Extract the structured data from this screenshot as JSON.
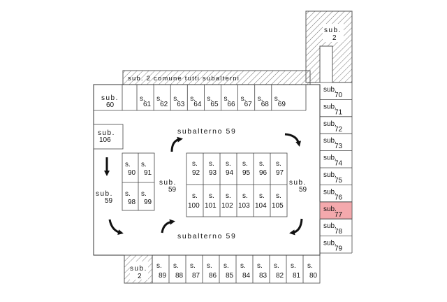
{
  "colors": {
    "line": "#333333",
    "highlight": "#f4a9ad",
    "hatch": "#777777"
  },
  "labels": {
    "common_band": "sub. 2 comune tutti subalterni",
    "sub2_top": [
      "sub.",
      "2"
    ],
    "sub2_bottom": [
      "sub.",
      "2"
    ],
    "sub60": [
      "sub.",
      "60"
    ],
    "sub106": [
      "sub.",
      "106"
    ],
    "sub59_left": [
      "sub.",
      "59"
    ],
    "sub59_mid": [
      "sub.",
      "59"
    ],
    "sub59_right": [
      "sub.",
      "59"
    ],
    "subalterno_top": "subalterno 59",
    "subalterno_bottom": "subalterno 59"
  },
  "top_row": [
    [
      "s.",
      "61"
    ],
    [
      "s.",
      "62"
    ],
    [
      "s.",
      "63"
    ],
    [
      "s.",
      "64"
    ],
    [
      "s.",
      "65"
    ],
    [
      "s.",
      "66"
    ],
    [
      "s.",
      "67"
    ],
    [
      "s.",
      "68"
    ],
    [
      "s.",
      "69"
    ]
  ],
  "right_column": [
    {
      "line1": "sub.",
      "line2": "70",
      "highlight": false
    },
    {
      "line1": "sub.",
      "line2": "71",
      "highlight": false
    },
    {
      "line1": "sub.",
      "line2": "72",
      "highlight": false
    },
    {
      "line1": "sub.",
      "line2": "73",
      "highlight": false
    },
    {
      "line1": "sub.",
      "line2": "74",
      "highlight": false
    },
    {
      "line1": "sub.",
      "line2": "75",
      "highlight": false
    },
    {
      "line1": "sub.",
      "line2": "76",
      "highlight": false
    },
    {
      "line1": "sub.",
      "line2": "77",
      "highlight": true
    },
    {
      "line1": "sub.",
      "line2": "78",
      "highlight": false
    },
    {
      "line1": "sub.",
      "line2": "79",
      "highlight": false
    }
  ],
  "left_block": [
    [
      "s.",
      "90"
    ],
    [
      "s.",
      "91"
    ],
    [
      "s.",
      "98"
    ],
    [
      "s.",
      "99"
    ]
  ],
  "center_top": [
    [
      "s.",
      "92"
    ],
    [
      "s.",
      "93"
    ],
    [
      "s.",
      "94"
    ],
    [
      "s.",
      "95"
    ],
    [
      "s.",
      "96"
    ],
    [
      "s.",
      "97"
    ]
  ],
  "center_bottom": [
    [
      "s.",
      "100"
    ],
    [
      "s.",
      "101"
    ],
    [
      "s.",
      "102"
    ],
    [
      "s.",
      "103"
    ],
    [
      "s.",
      "104"
    ],
    [
      "s.",
      "105"
    ]
  ],
  "bottom_row": [
    [
      "s.",
      "89"
    ],
    [
      "s.",
      "88"
    ],
    [
      "s.",
      "87"
    ],
    [
      "s.",
      "86"
    ],
    [
      "s.",
      "85"
    ],
    [
      "s.",
      "84"
    ],
    [
      "s.",
      "83"
    ],
    [
      "s.",
      "82"
    ],
    [
      "s.",
      "81"
    ],
    [
      "s.",
      "80"
    ]
  ],
  "arrows": [
    {
      "name": "arrow-down-left",
      "dir": "down"
    },
    {
      "name": "arrow-curve-top-left",
      "dir": "up-right"
    },
    {
      "name": "arrow-curve-top-right",
      "dir": "right-down"
    },
    {
      "name": "arrow-curve-bottom-left",
      "dir": "down-right"
    },
    {
      "name": "arrow-curve-bottom-mid",
      "dir": "up-right"
    },
    {
      "name": "arrow-curve-bottom-right",
      "dir": "down-left"
    }
  ]
}
